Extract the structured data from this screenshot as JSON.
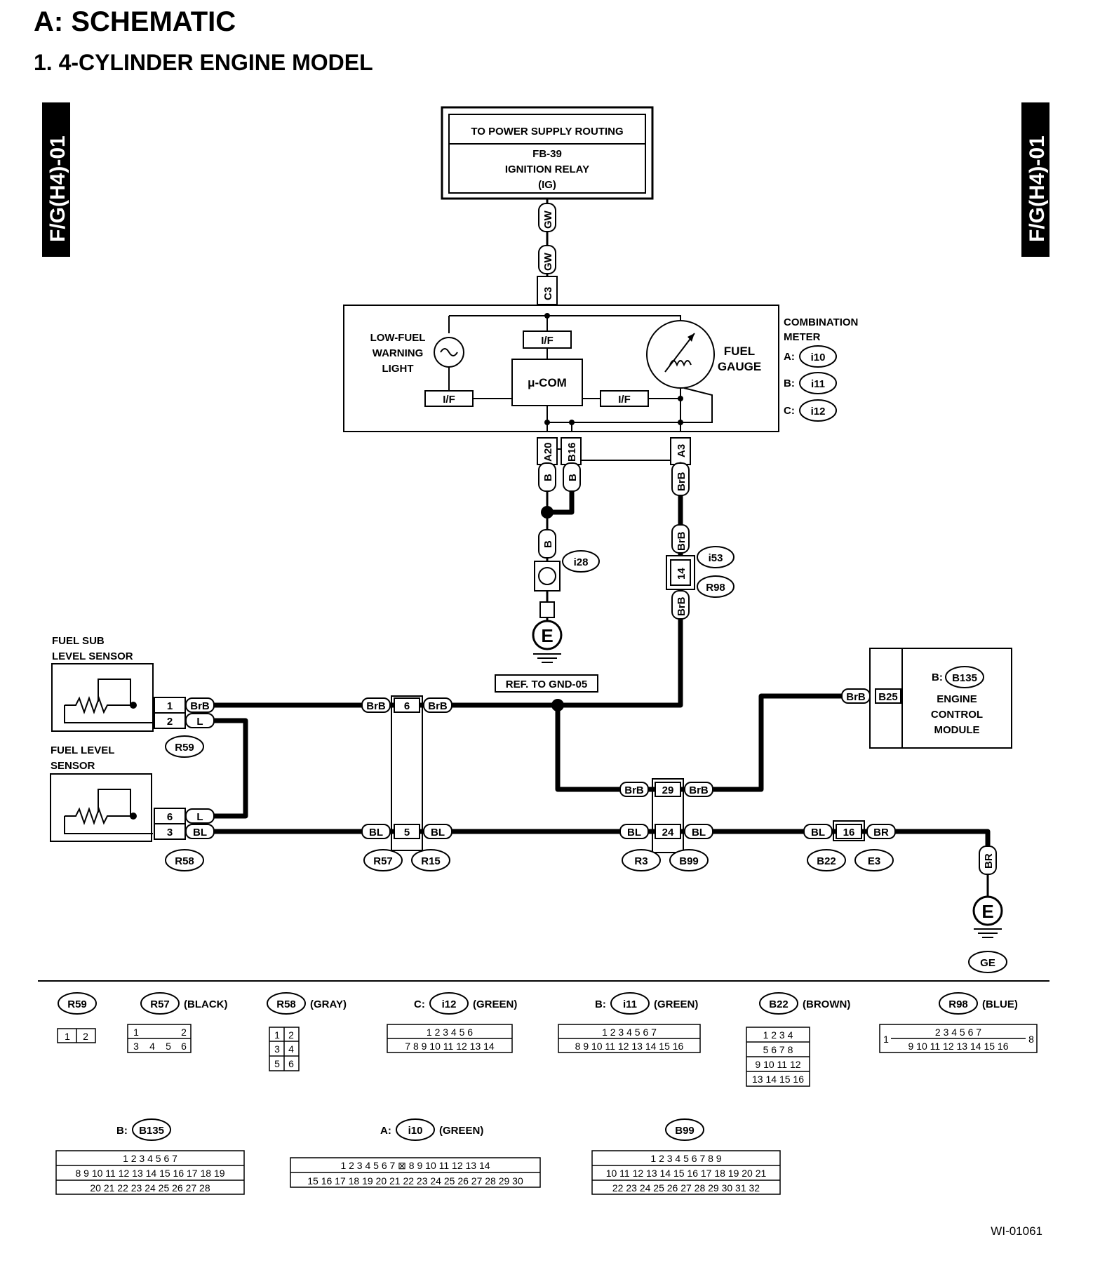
{
  "header": {
    "title": "A:  SCHEMATIC",
    "subtitle": "1.  4-CYLINDER ENGINE MODEL",
    "side_tab": "F/G(H4)-01"
  },
  "power": {
    "line1": "TO POWER SUPPLY ROUTING",
    "line2": "FB-39",
    "line3": "IGNITION RELAY",
    "line4": "(IG)"
  },
  "combination_meter": {
    "title_1": "COMBINATION",
    "title_2": "METER",
    "connectors": [
      {
        "prefix": "A:",
        "id": "i10"
      },
      {
        "prefix": "B:",
        "id": "i11"
      },
      {
        "prefix": "C:",
        "id": "i12"
      }
    ],
    "low_fuel_1": "LOW-FUEL",
    "low_fuel_2": "WARNING",
    "low_fuel_3": "LIGHT",
    "fuel_gauge_1": "FUEL",
    "fuel_gauge_2": "GAUGE",
    "ucom": "μ-COM",
    "if": "I/F"
  },
  "ecm": {
    "prefix": "B:",
    "id": "B135",
    "line1": "ENGINE",
    "line2": "CONTROL",
    "line3": "MODULE",
    "pin": "B25"
  },
  "sub_sensor": {
    "line1": "FUEL SUB",
    "line2": "LEVEL SENSOR",
    "connector": "R59"
  },
  "level_sensor": {
    "line1": "FUEL LEVEL",
    "line2": "SENSOR",
    "connector": "R58"
  },
  "wire_codes": {
    "gw": "GW",
    "b": "B",
    "brb": "BrB",
    "l": "L",
    "bl": "BL",
    "br": "BR"
  },
  "pins": {
    "c3": "C3",
    "a20": "A20",
    "b16": "B16",
    "a3": "A3",
    "p14": "14",
    "p1": "1",
    "p2": "2",
    "p6": "6",
    "p3": "3",
    "p5": "5",
    "p29": "29",
    "p24": "24",
    "p16": "16"
  },
  "connectors": {
    "i28": "i28",
    "i53": "i53",
    "R98": "R98",
    "R57": "R57",
    "R15": "R15",
    "R3": "R3",
    "B99": "B99",
    "B22": "B22",
    "E3": "E3"
  },
  "ground": {
    "symbol": "E",
    "ref": "REF. TO GND-05",
    "ge": "GE"
  },
  "connector_views": [
    {
      "id": "R59",
      "desc": ""
    },
    {
      "id": "R57",
      "desc": "(BLACK)"
    },
    {
      "id": "R58",
      "desc": "(GRAY)"
    },
    {
      "id": "i12",
      "prefix": "C:",
      "desc": "(GREEN)"
    },
    {
      "id": "i11",
      "prefix": "B:",
      "desc": "(GREEN)"
    },
    {
      "id": "B22",
      "desc": "(BROWN)"
    },
    {
      "id": "R98",
      "desc": "(BLUE)"
    },
    {
      "id": "B135",
      "prefix": "B:",
      "desc": ""
    },
    {
      "id": "i10",
      "prefix": "A:",
      "desc": "(GREEN)"
    },
    {
      "id": "B99",
      "desc": ""
    }
  ],
  "footer": {
    "code": "WI-01061"
  }
}
